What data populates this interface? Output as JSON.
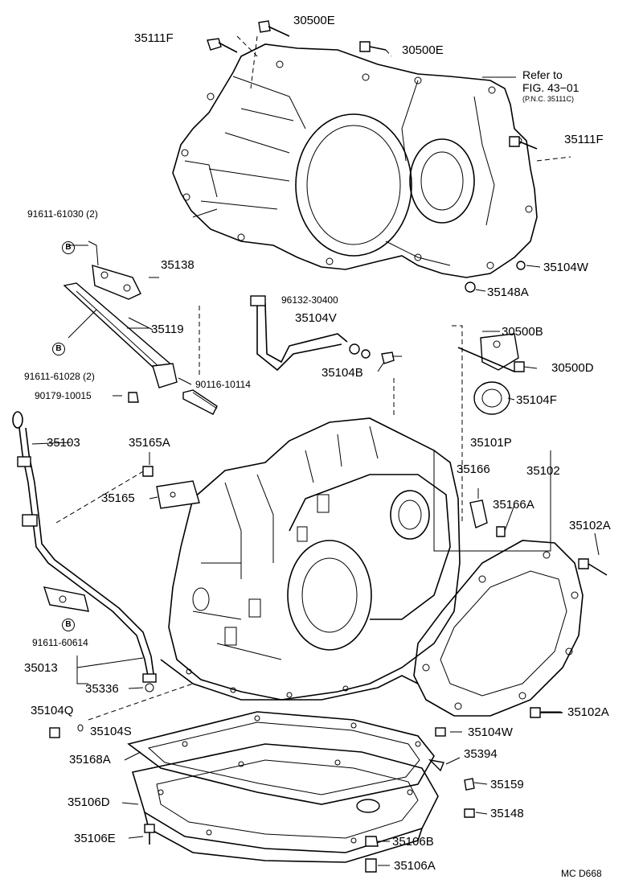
{
  "parts": {
    "p35111F_top": "35111F",
    "p30500E_top": "30500E",
    "p30500E_mid": "30500E",
    "refer_line1": "Refer to",
    "refer_line2": "FIG. 43−01",
    "refer_line3": "(P.N.C. 35111C)",
    "p35111F_right": "35111F",
    "p91611_61030": "91611-61030 (2)",
    "p35138": "35138",
    "p35104W_top": "35104W",
    "p35148A": "35148A",
    "p96132_30400": "96132-30400",
    "p35119": "35119",
    "p35104V": "35104V",
    "p30500B": "30500B",
    "p91611_61028": "91611-61028 (2)",
    "p35104B": "35104B",
    "p30500D": "30500D",
    "p90116_10114": "90116-10114",
    "p90179_10015": "90179-10015",
    "p35104F": "35104F",
    "p35103": "35103",
    "p35165A": "35165A",
    "p35101P": "35101P",
    "p35166": "35166",
    "p35102": "35102",
    "p35165": "35165",
    "p35166A": "35166A",
    "p35102A_top": "35102A",
    "p91611_60614": "91611-60614",
    "p35013": "35013",
    "p35336": "35336",
    "p35104Q": "35104Q",
    "p35104S": "35104S",
    "p35102A_bottom": "35102A",
    "p35104W_bottom": "35104W",
    "p35394": "35394",
    "p35168A": "35168A",
    "p35159": "35159",
    "p35106D": "35106D",
    "p35148": "35148",
    "p35106E": "35106E",
    "p35106B": "35106B",
    "p35106A": "35106A"
  },
  "marker_letter": "B",
  "footer_code": "MC  D668"
}
